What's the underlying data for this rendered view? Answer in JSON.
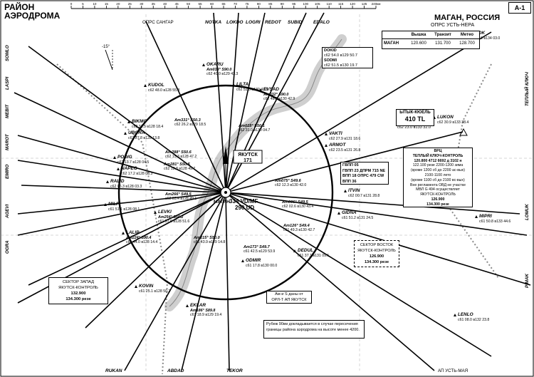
{
  "header": {
    "title_line1": "РАЙОН",
    "title_line2": "АЭРОДРОМА",
    "city": "МАГАН, РОССИЯ",
    "page_code": "A-1",
    "corner_caption": "ОПРС УСТЬ-НЕРА",
    "scale_labels": [
      "0",
      "5",
      "10",
      "15",
      "20",
      "25",
      "30",
      "35",
      "40",
      "45",
      "50",
      "55",
      "60",
      "65",
      "70",
      "75",
      "80",
      "85",
      "90",
      "95",
      "100",
      "105",
      "110",
      "115",
      "120",
      "125",
      "240км"
    ]
  },
  "freq_table": {
    "headers": [
      "Вышка",
      "Транзит",
      "Метео"
    ],
    "row_label": "МАГАН",
    "values": [
      "120.600",
      "131.700",
      "128.700"
    ]
  },
  "airport": {
    "name": "ЯКУТСК",
    "code": "171",
    "vor_line1": "334 VD/MF",
    "vor_line2": "290 UD",
    "city_label": "МАГАН",
    "mag_var": "-15°"
  },
  "top_fixes": [
    "NOTKA",
    "LOKDO",
    "LOGRI",
    "REDOT",
    "SUBID",
    "EDALO"
  ],
  "bottom_fixes": [
    "RUKAN",
    "ABDAD",
    "TEKOR"
  ],
  "side_labels": {
    "left": [
      "SOMLO",
      "LASPI",
      "MEBIT",
      "MAROT",
      "EMIRO",
      "AGEVI",
      "OGRA"
    ],
    "right": [
      "LOMUK",
      "PIMAK",
      "ТЕПЛЫЙ КЛЮЧ"
    ]
  },
  "top_captions": [
    "ОПРС САНГАР",
    "ОПРС УСТЬ-НЕРА"
  ],
  "bottom_caption": "АП УСТЬ-МАЯ",
  "fixes_inside": [
    {
      "name": "OKARU",
      "alt": "Am014° S90.0",
      "sub": "c62 40.0 в129 43.3"
    },
    {
      "name": "LILTA",
      "alt": "",
      "sub": "c62 52.5 в130 43.8"
    },
    {
      "name": "EVSAD",
      "alt": "Am032° S90.0",
      "sub": "c62 48.5 в130 42.9"
    },
    {
      "name": "KUDOL",
      "alt": "",
      "sub": "c62 48.0 в128 55.8"
    },
    {
      "name": "BIKMO",
      "alt": "",
      "sub": "c62 31.5 в128 18.4"
    },
    {
      "name": "UBORA",
      "alt": "",
      "sub": "c62 27.8 в128 13.8"
    },
    {
      "name": "PODIG",
      "alt": "",
      "sub": "c62 13.7 в128 04.5"
    },
    {
      "name": "NAPEG",
      "alt": "",
      "sub": "c62 17.2 в128 03.3"
    },
    {
      "name": "RALID",
      "alt": "",
      "sub": "c62 06.3 в128 03.3"
    },
    {
      "name": "MILPI",
      "alt": "",
      "sub": "c61 51.1 в128 08.1"
    },
    {
      "name": "LEVKI",
      "alt": "Am254° S50.2",
      "sub": "c61 57.6 в128 51.6"
    },
    {
      "name": "LALIP",
      "alt": "Am224° S90.4",
      "sub": "c61 44.0 в128 14.4"
    },
    {
      "name": "KOVIN",
      "alt": "",
      "sub": "c61 25.1 в128 50.2"
    },
    {
      "name": "EKLAR",
      "alt": "Am186° S89.8",
      "sub": "c61 18.9 в129 19.4"
    },
    {
      "name": "ODMIR",
      "alt": "",
      "sub": "c61 17.8 в130 00.0"
    },
    {
      "name": "DEDUL",
      "alt": "",
      "sub": "c61 37.1 в131 09.1"
    },
    {
      "name": "GIDNA",
      "alt": "",
      "sub": "c61 51.2 в131 24.5"
    },
    {
      "name": "ITVIN",
      "alt": "",
      "sub": "c62 00.7 в131 28.8"
    },
    {
      "name": "ARMOT",
      "alt": "",
      "sub": "c62 23.5 в131 26.8"
    },
    {
      "name": "VAKTI",
      "alt": "",
      "sub": "c62 27.9 в131 18.6"
    },
    {
      "name": "LUKON",
      "alt": "",
      "sub": "c62 30.9 в133 38.4"
    },
    {
      "name": "ASNOK",
      "alt": "",
      "sub": "c63 04.9 в134 03.0"
    },
    {
      "name": "MIPRI",
      "alt": "",
      "sub": "c61 50.8 в133 44.6"
    },
    {
      "name": "LENLO",
      "alt": "",
      "sub": "c61 08.0 в132 23.8"
    }
  ],
  "ring_labels": [
    {
      "fix": "Am331° S50.3",
      "sub": "c62 26.2 в129 18.5"
    },
    {
      "fix": "Am288° S50.6",
      "sub": "c62 15.3 в128 47.2"
    },
    {
      "fix": "Am281° S50.5",
      "sub": "c62 12.8 в128 49.7"
    },
    {
      "fix": "Am266° S49.5",
      "sub": "c62 03.4 в128 49.1"
    },
    {
      "fix": "Am215° S50.0",
      "sub": "c61 43.9 в129 14.8"
    },
    {
      "fix": "Am173° S49.7",
      "sub": "c61 42.5 в129 53.9"
    },
    {
      "fix": "Am126° S49.4",
      "sub": "c61 49.3 в130 42.7"
    },
    {
      "fix": "Am096° S49.5",
      "sub": "c62 02.6 в130 43.4"
    },
    {
      "fix": "Am075° S49.6",
      "sub": "c62 12.3 в130 42.0"
    },
    {
      "fix": "Am018° S50.1",
      "sub": "c62 31.0 в130 04.7"
    }
  ],
  "info_boxes": {
    "dokid": {
      "name": "DOKID",
      "coord": "c62 54.0 в129 50.7"
    },
    "sodmi": {
      "name": "SODMI",
      "coord": "c62 51.5 в130 19.7"
    },
    "rwy": [
      "ГВПП 05",
      "ГВПП 23 ДПРМ 715 NE",
      "ВПП 18 ОПРС 479 CW",
      "ВПП 36"
    ],
    "bykykyuel": {
      "name": "ЫТЫК-КЮЕЛЬ",
      "code": "410 TL",
      "coord": "c62 23.0 в133 32.0"
    },
    "vrc": [
      "ВРЦ",
      "ТЕПЛЫЙ КЛЮЧ-КОНТРОЛЬ",
      "120.800 4712 6692 д 3102 н",
      "122.100 резе 2200-1200 зима",
      "(кроме 1200 сб до 2200 ас-вых)",
      "2100-1100 лето",
      "(кроме 1100 сб до 2100 вс-вых)",
      "Вне регламента ОВД не участке",
      "МВЛ G 494 осуществляет",
      "ЯКУТСК-КОНТРОЛЬ",
      "126.900",
      "134.300 резе"
    ],
    "zapad": [
      "СЕКТОР ЗАПАД",
      "ЯКУТСК-КОНТРОЛЬ",
      "132.900",
      "134.300 резе"
    ],
    "vostok": [
      "СЕКТОР ВОСТОК",
      "ЯКУТСК-КОНТРОЛЬ",
      "126.900",
      "134.300 резе"
    ],
    "orl": [
      "Ам и S даны от",
      "ОРЛ-Т АП ЯКУТСК"
    ],
    "note": "Рубеж 90км докладывается в случае пересечения границы района аэродрома на высоте менее 4200."
  },
  "colors": {
    "ink": "#000000",
    "river": "#cfcfcf",
    "dots": "#8a8a8a"
  }
}
